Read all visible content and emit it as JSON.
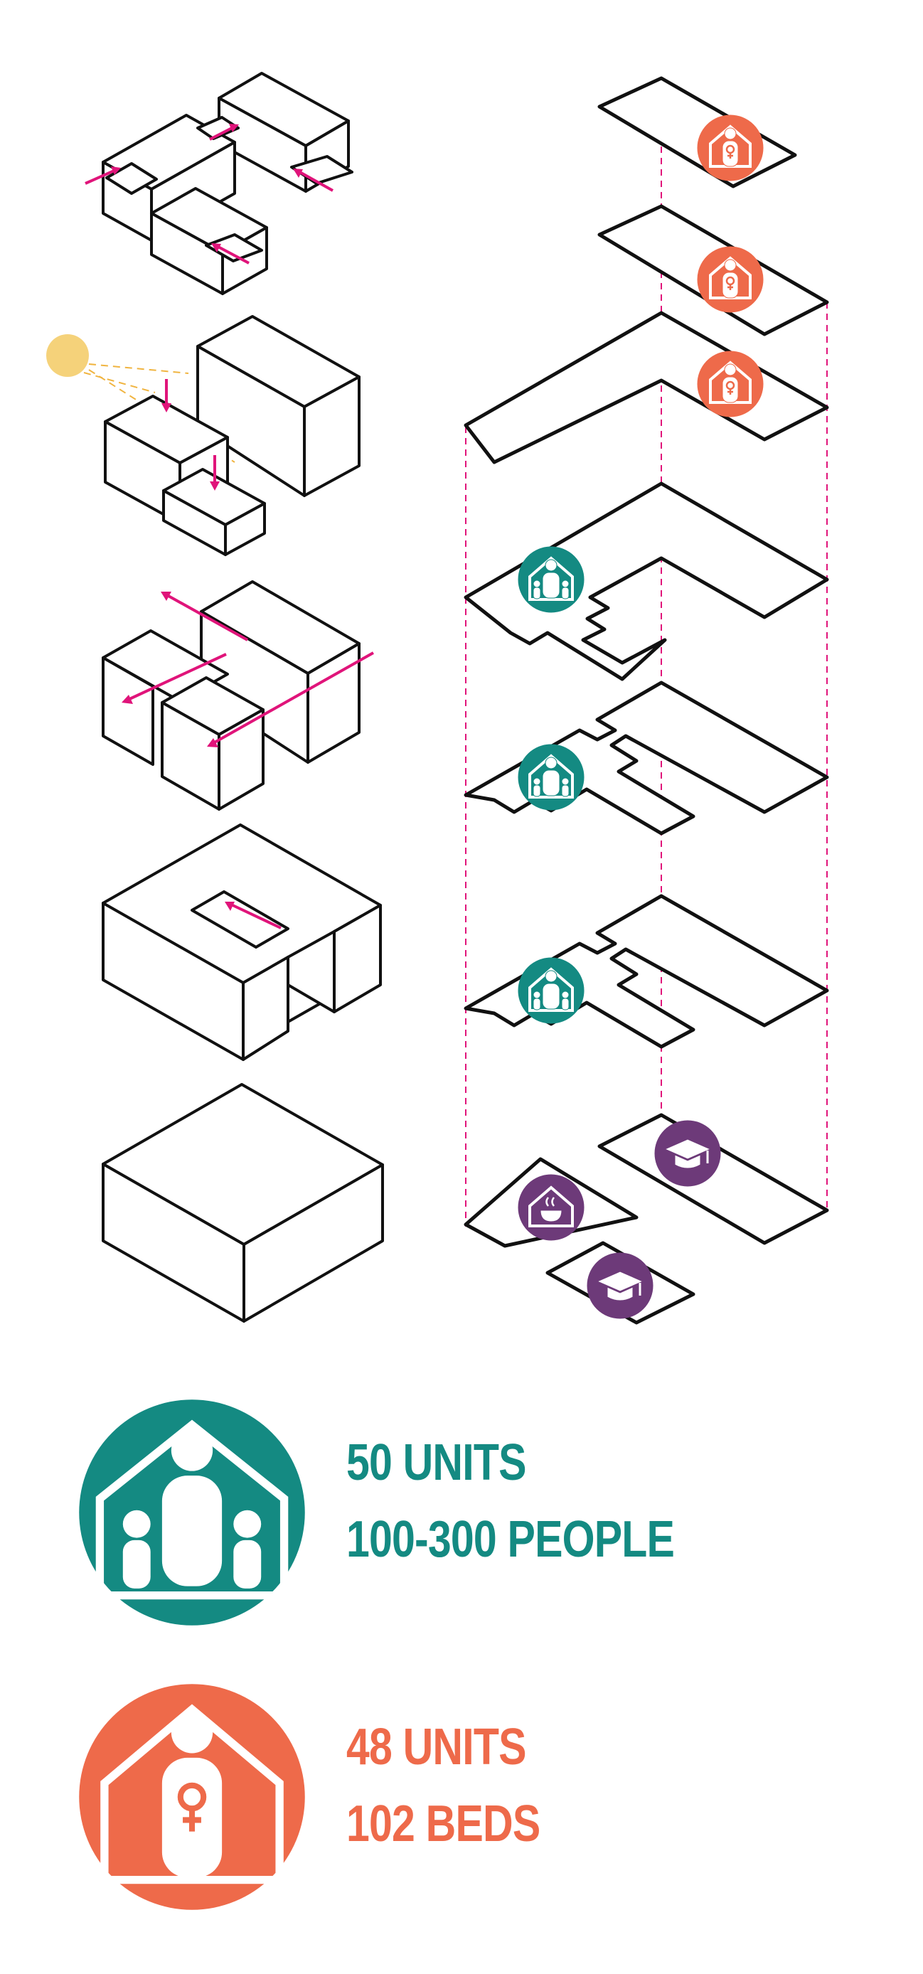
{
  "colors": {
    "family_teal": "#148a82",
    "women_orange": "#ee6a4a",
    "education_purple": "#6d3a79",
    "guide_magenta": "#e0147a",
    "sun_yellow": "#f5d27a",
    "courtyard_green": "#a9c27a"
  },
  "icons": {
    "family_housing": "family-house-icon",
    "women_housing": "woman-house-icon",
    "education": "graduation-cap-icon",
    "kitchen": "kitchen-house-icon",
    "sun": "sun-icon"
  },
  "legend": {
    "family": {
      "line1": "50 UNITS",
      "line2": "100-300 PEOPLE"
    },
    "women": {
      "line1": "48 UNITS",
      "line2": "102 BEDS"
    }
  }
}
